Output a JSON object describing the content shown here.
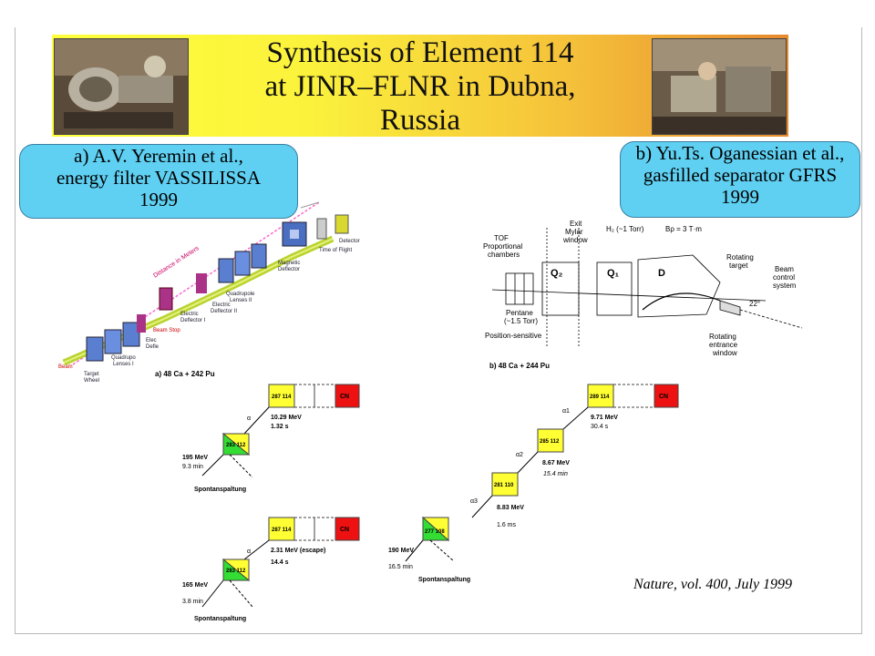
{
  "banner": {
    "title_line1": "Synthesis of Element 114",
    "title_line2": "at JINR–FLNR in Dubna,",
    "title_line3": "Russia"
  },
  "panel_a": {
    "line1": "a) A.V. Yeremin et al.,",
    "line2": "energy filter VASSILISSA",
    "line3": "1999",
    "labels": {
      "distance": "Distance in Meters",
      "detector": "Detector",
      "tof": "Time of Flight",
      "magnetic": "Magnetic",
      "deflector": "Deflector",
      "quad2": "Quadrupole",
      "lenses2": "Lenses II",
      "electric2": "Electric",
      "deflector2": "Deflector II",
      "electric1": "Electric",
      "deflector1": "Deflector I",
      "beamstop": "Beam Stop",
      "elec": "Elec",
      "defle": "Defle",
      "quadrupo": "Quadrupo",
      "lenses1": "Lenses I",
      "beam": "Beam",
      "target": "Target",
      "wheel": "Wheel"
    },
    "reaction": "a)  48 Ca +  242 Pu"
  },
  "panel_b": {
    "line1": "b) Yu.Ts. Oganessian et al.,",
    "line2": "gasfilled separator GFRS",
    "line3": "1999",
    "labels": {
      "exit": "Exit",
      "mylar": "Mylar",
      "window": "window",
      "h2": "H₂ (~1 Torr)",
      "brho": "Bρ = 3 T·m",
      "tof": "TOF",
      "proportional": "Proportional",
      "chambers": "chambers",
      "q2": "Q₂",
      "q1": "Q₁",
      "d": "D",
      "rotating_target1": "Rotating",
      "rotating_target2": "target",
      "beam_control1": "Beam",
      "beam_control2": "control",
      "beam_control3": "system",
      "angle": "22°",
      "pentane1": "Pentane",
      "pentane2": "(~1.5 Torr)",
      "position": "Position-sensitive",
      "rot_entr1": "Rotating",
      "rot_entr2": "entrance",
      "rot_entr3": "window"
    },
    "reaction": "b)  48 Ca +  244 Pu"
  },
  "chain_a1": {
    "nuc": "287 114",
    "cn": "CN",
    "alpha": "α",
    "energy": "10.29 MeV",
    "time": "1.32 s",
    "daughter": "283 112",
    "sf_energy": "195 MeV",
    "sf_time": "9.3 min",
    "sf": "Spontanspaltung"
  },
  "chain_a2": {
    "nuc": "287 114",
    "cn": "CN",
    "alpha": "α",
    "energy": "2.31 MeV (escape)",
    "time": "14.4 s",
    "daughter": "283 112",
    "sf_energy": "165 MeV",
    "sf_time": "3.8 min",
    "sf": "Spontanspaltung"
  },
  "chain_b": {
    "nuc": "289 114",
    "cn": "CN",
    "a1": "α1",
    "e1": "9.71 MeV",
    "t1": "30.4 s",
    "d1": "285 112",
    "a2": "α2",
    "e2": "8.67 MeV",
    "t2": "15.4 min",
    "d2": "281 110",
    "a3": "α3",
    "e3": "8.83 MeV",
    "t3": "1.6 ms",
    "d3": "277 108",
    "sf_energy": "190 MeV",
    "sf_time": "16.5 min",
    "sf": "Spontanspaltung"
  },
  "citation": "Nature, vol. 400, July 1999",
  "colors": {
    "yellow": "#ffff33",
    "green": "#33dd33",
    "red": "#ee1111",
    "bubble": "#5fd0f2"
  }
}
